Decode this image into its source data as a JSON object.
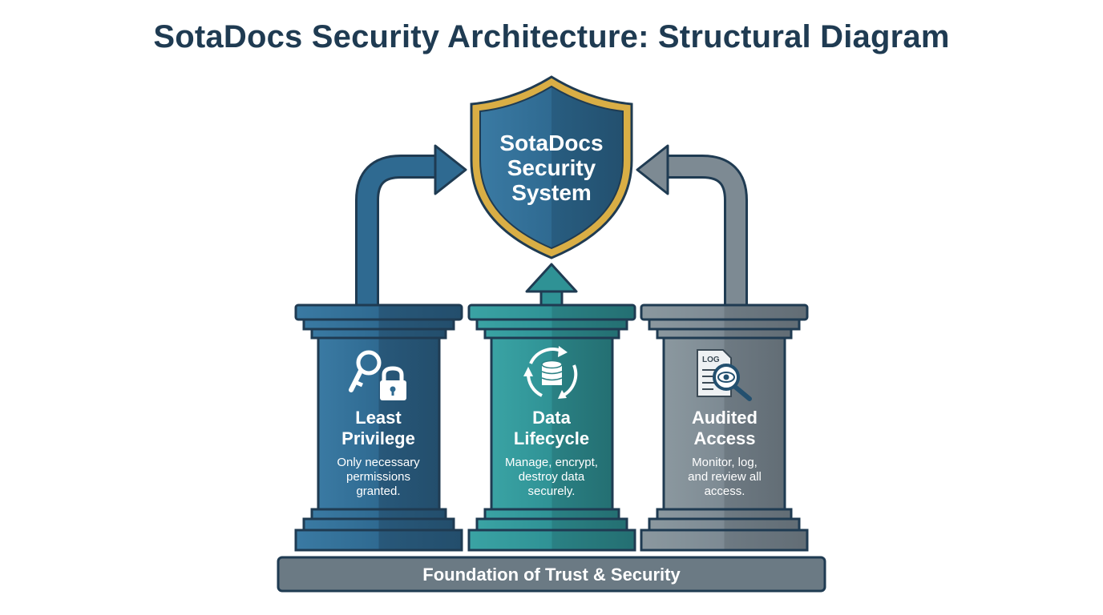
{
  "title": "SotaDocs Security Architecture: Structural Diagram",
  "shield": {
    "line1": "SotaDocs",
    "line2": "Security",
    "line3": "System"
  },
  "pillars": [
    {
      "name_line1": "Least",
      "name_line2": "Privilege",
      "desc_line1": "Only necessary",
      "desc_line2": "permissions",
      "desc_line3": "granted.",
      "icon": "key-lock-icon",
      "color": "#2f6a91"
    },
    {
      "name_line1": "Data",
      "name_line2": "Lifecycle",
      "desc_line1": "Manage, encrypt,",
      "desc_line2": "destroy data",
      "desc_line3": "securely.",
      "icon": "database-cycle-icon",
      "color": "#2f9295"
    },
    {
      "name_line1": "Audited",
      "name_line2": "Access",
      "desc_line1": "Monitor, log,",
      "desc_line2": "and review all",
      "desc_line3": "access.",
      "icon": "log-magnifier-icon",
      "icon_text": "LOG",
      "color": "#7d8a93"
    }
  ],
  "foundation": {
    "label": "Foundation of Trust & Security",
    "color": "#6b7a84"
  },
  "colors": {
    "title": "#1f3b52",
    "shield_fill": "#2f6a91",
    "shield_border": "#d9ae45"
  }
}
